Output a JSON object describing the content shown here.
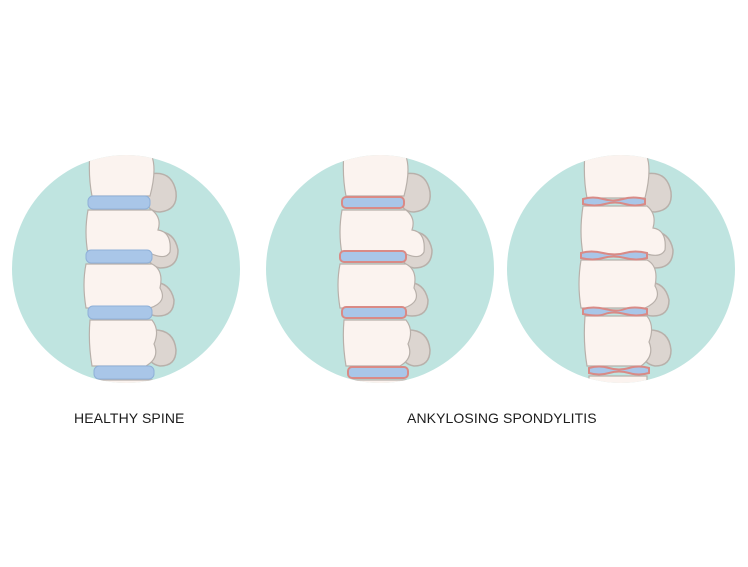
{
  "colors": {
    "background": "#ffffff",
    "circle": "#bfe4e0",
    "bone": "#fbf3ef",
    "bone_shadow": "#e3dbd6",
    "bone_outline": "#b8b0aa",
    "process": "#dcd5d0",
    "disc": "#a9c6e8",
    "disc_dark": "#8fb0d8",
    "inflamed": "#d98a86"
  },
  "panels": [
    {
      "id": "healthy",
      "condition": "healthy",
      "discs": 4
    },
    {
      "id": "ankylosing-early",
      "condition": "ankylosing",
      "discs": 4
    },
    {
      "id": "ankylosing-advanced",
      "condition": "ankylosing-advanced",
      "discs": 4
    }
  ],
  "labels": {
    "healthy": "HEALTHY SPINE",
    "ankylosing": "ANKYLOSING SPONDYLITIS"
  }
}
